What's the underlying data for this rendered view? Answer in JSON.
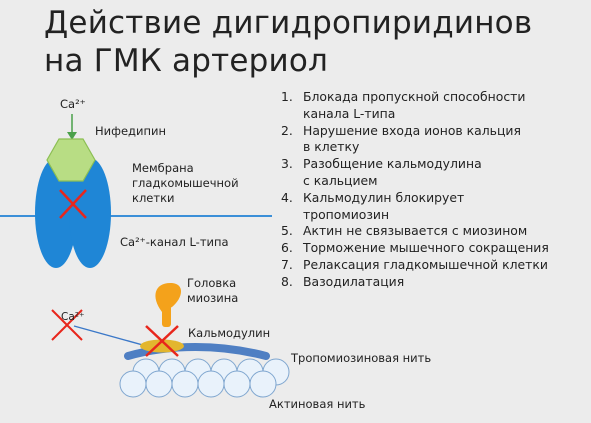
{
  "title": "Действие дигидропиридинов\nна ГМК артериол",
  "labels": {
    "ca_top": "Ca²⁺",
    "nifedipine": "Нифедипин",
    "membrane": "Мембрана\nгладкомышечной\nклетки",
    "ca_channel": "Ca²⁺-канал L-типа",
    "myosin_head": "Головка\nмиозина",
    "ca_bottom": "Ca²⁺",
    "calmodulin": "Кальмодулин",
    "tropomyosin": "Тропомиозиновая нить",
    "actin": "Актиновая нить"
  },
  "steps": [
    {
      "num": "1.",
      "text": "Блокада пропускной способности\nканала L-типа"
    },
    {
      "num": "2.",
      "text": "Нарушение входа ионов кальция\nв клетку"
    },
    {
      "num": "3.",
      "text": "Разобщение кальмодулина\nс кальцием"
    },
    {
      "num": "4.",
      "text": "Кальмодулин блокирует\nтропомиозин"
    },
    {
      "num": "5.",
      "text": "Актин не связывается с миозином"
    },
    {
      "num": "6.",
      "text": "Торможение мышечного сокращения"
    },
    {
      "num": "7.",
      "text": "Релаксация гладкомышечной клетки"
    },
    {
      "num": "8.",
      "text": "Вазодилатация"
    }
  ],
  "colors": {
    "channel": "#1f86d6",
    "drug": "#b8dd84",
    "membrane": "#3b8fd8",
    "cross": "#e8261c",
    "myosin": "#f4a21b",
    "calmodulin": "#e3b62e",
    "tropomyosin": "#4f7fc3",
    "actin": "#e9f2fb"
  }
}
